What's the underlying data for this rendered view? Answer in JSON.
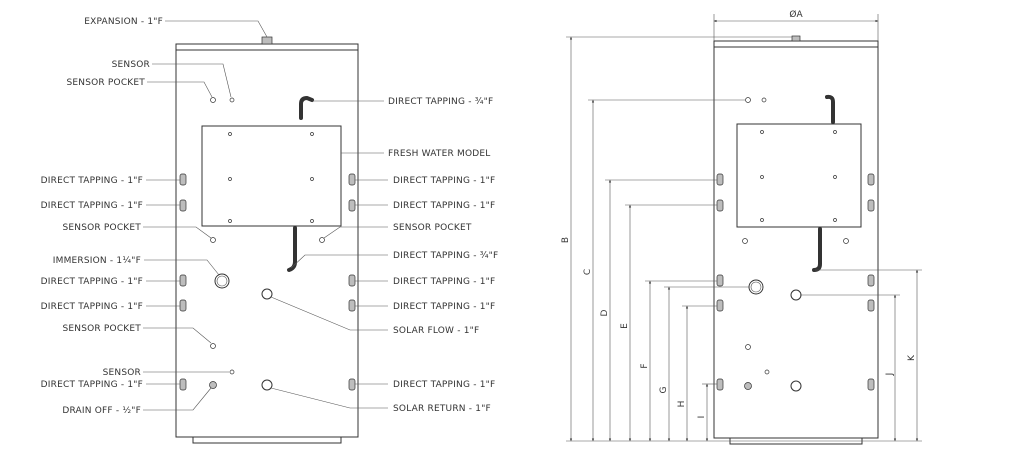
{
  "front_view": {
    "labels": {
      "expansion": "EXPANSION - 1\"F",
      "sensor_top": "SENSOR",
      "sensor_pocket_top": "SENSOR POCKET",
      "direct_tapping_top": "DIRECT TAPPING - ¾\"F",
      "fresh_water_model": "FRESH WATER MODEL",
      "direct_tapping_l1": "DIRECT TAPPING - 1\"F",
      "direct_tapping_r1": "DIRECT TAPPING - 1\"F",
      "direct_tapping_l2": "DIRECT TAPPING - 1\"F",
      "direct_tapping_r2": "DIRECT TAPPING - 1\"F",
      "sensor_pocket_l": "SENSOR POCKET",
      "sensor_pocket_r": "SENSOR POCKET",
      "immersion": "IMMERSION - 1¼\"F",
      "direct_tapping_mid": "DIRECT TAPPING - ¾\"F",
      "direct_tapping_l3": "DIRECT TAPPING - 1\"F",
      "direct_tapping_r3": "DIRECT TAPPING - 1\"F",
      "direct_tapping_l4": "DIRECT TAPPING - 1\"F",
      "direct_tapping_r4": "DIRECT TAPPING - 1\"F",
      "solar_flow": "SOLAR FLOW - 1\"F",
      "sensor_pocket_low": "SENSOR POCKET",
      "sensor_bottom": "SENSOR",
      "direct_tapping_l5": "DIRECT TAPPING - 1\"F",
      "direct_tapping_r5": "DIRECT TAPPING - 1\"F",
      "drain_off": "DRAIN OFF - ½\"F",
      "solar_return": "SOLAR RETURN - 1\"F"
    }
  },
  "side_view": {
    "dimensions": {
      "a": "ØA",
      "b": "B",
      "c": "C",
      "d": "D",
      "e": "E",
      "f": "F",
      "g": "G",
      "h": "H",
      "i": "I",
      "j": "J",
      "k": "K"
    }
  }
}
